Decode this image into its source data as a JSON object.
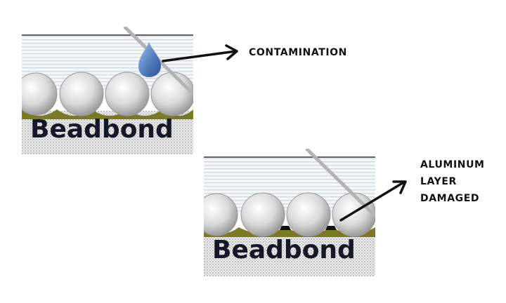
{
  "diagram": {
    "panels": [
      {
        "id": "contaminated",
        "bead_label": "Beadbond"
      },
      {
        "id": "damaged",
        "bead_label": "Beadbond"
      }
    ],
    "callouts": {
      "contamination": "CONTAMINATION",
      "aluminum_damaged": [
        "ALUMINUM",
        "LAYER",
        "DAMAGED"
      ]
    },
    "colors": {
      "bead_adhesive": "#7a7a22",
      "droplet": "#4a78b8",
      "stripe_background": "#e6ecee",
      "substrate_dots": "#e8e8e8",
      "arrow": "#111111"
    }
  }
}
